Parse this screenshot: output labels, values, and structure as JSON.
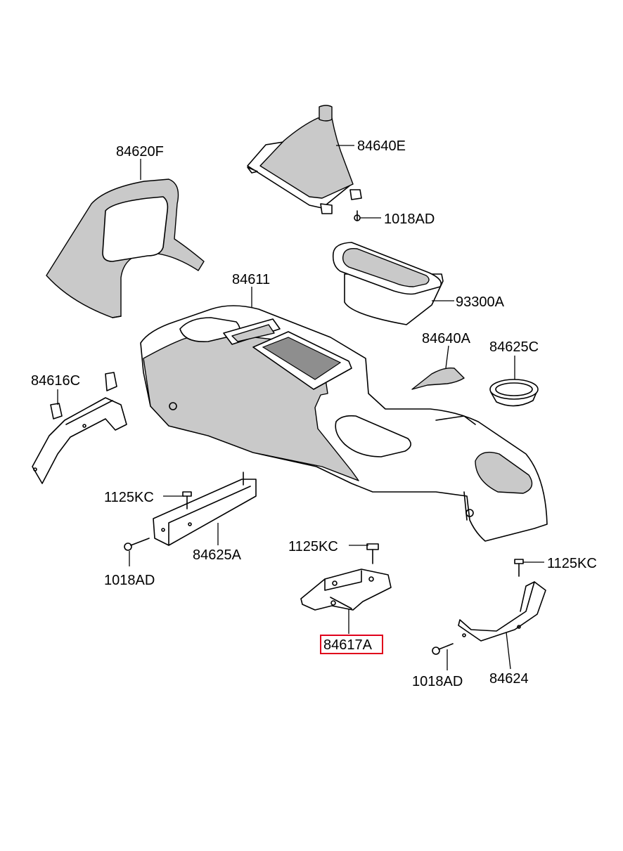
{
  "highlight_color": "#e0001b",
  "labels": {
    "p84620F": "84620F",
    "p84640E": "84640E",
    "p1018AD_top": "1018AD",
    "p93300A": "93300A",
    "p84611": "84611",
    "p84640A": "84640A",
    "p84625C": "84625C",
    "p84616C": "84616C",
    "p1125KC_left": "1125KC",
    "p1018AD_left": "1018AD",
    "p84625A": "84625A",
    "p1125KC_mid": "1125KC",
    "p84617A": "84617A",
    "p1125KC_right": "1125KC",
    "p1018AD_right": "1018AD",
    "p84624": "84624"
  }
}
